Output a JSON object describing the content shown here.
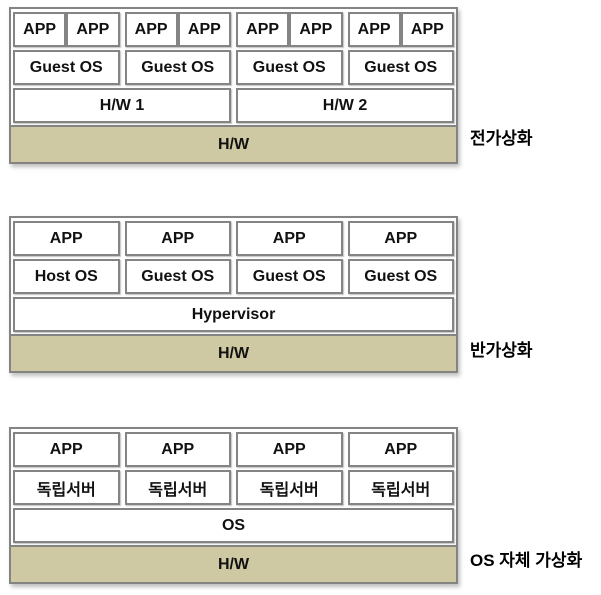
{
  "colors": {
    "base_fill": "#cfc9a3",
    "box_border": "#848484",
    "text": "#111111",
    "background": "#ffffff"
  },
  "diagrams": [
    {
      "label": "전가상화",
      "app_row": [
        "APP",
        "APP",
        "APP",
        "APP",
        "APP",
        "APP",
        "APP",
        "APP"
      ],
      "os_row": [
        "Guest OS",
        "Guest OS",
        "Guest OS",
        "Guest OS"
      ],
      "platform_row": [
        "H/W 1",
        "H/W 2"
      ],
      "base": "H/W"
    },
    {
      "label": "반가상화",
      "app_row": [
        "APP",
        "APP",
        "APP",
        "APP"
      ],
      "os_row": [
        "Host OS",
        "Guest OS",
        "Guest OS",
        "Guest OS"
      ],
      "platform_row": [
        "Hypervisor"
      ],
      "base": "H/W"
    },
    {
      "label": "OS 자체 가상화",
      "app_row": [
        "APP",
        "APP",
        "APP",
        "APP"
      ],
      "os_row": [
        "독립서버",
        "독립서버",
        "독립서버",
        "독립서버"
      ],
      "platform_row": [
        "OS"
      ],
      "base": "H/W"
    }
  ]
}
